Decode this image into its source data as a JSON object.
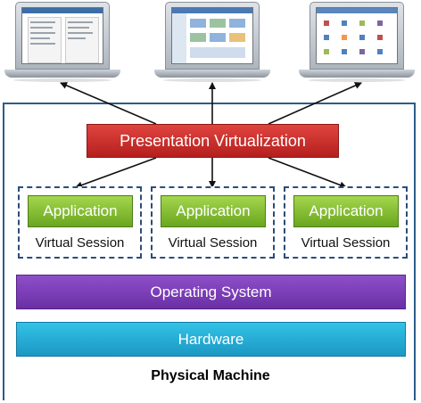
{
  "diagram": {
    "presentation_label": "Presentation Virtualization",
    "sessions": [
      {
        "app_label": "Application",
        "session_label": "Virtual Session"
      },
      {
        "app_label": "Application",
        "session_label": "Virtual Session"
      },
      {
        "app_label": "Application",
        "session_label": "Virtual Session"
      }
    ],
    "os_label": "Operating System",
    "hardware_label": "Hardware",
    "machine_label": "Physical Machine",
    "laptops": [
      "document-screen",
      "desktop-app-screen",
      "icon-grid-screen"
    ]
  },
  "colors": {
    "frame": "#2b5d8a",
    "presentation": "#c8302c",
    "application": "#8cc63f",
    "os": "#7b3fb8",
    "hardware": "#26aed6",
    "arrows": "#111111"
  }
}
